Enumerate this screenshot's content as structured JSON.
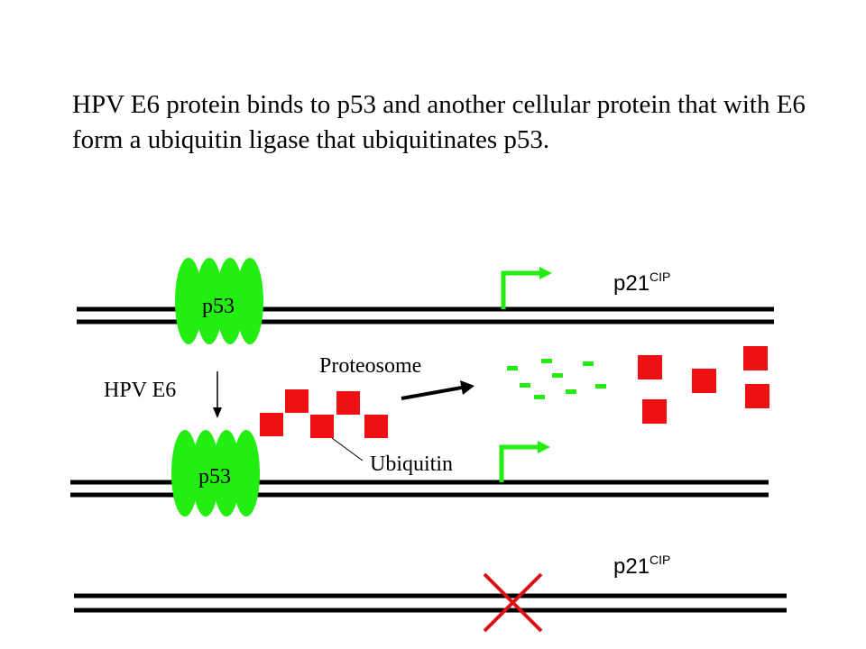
{
  "caption": "HPV E6 protein binds to p53 and another cellular protein that with E6 form a ubiquitin ligase that ubiquitinates p53.",
  "labels": {
    "p53_top": "p53",
    "p53_bottom": "p53",
    "hpv_e6": "HPV E6",
    "proteosome": "Proteosome",
    "ubiquitin": "Ubiquitin",
    "gene_1": "p21",
    "gene_1_sup": "CIP",
    "gene_2": "p21",
    "gene_2_sup": "CIP"
  },
  "colors": {
    "p53_protein": "#22ee11",
    "ubiquitin": "#ee1111",
    "promoter_arrow": "#22ee11",
    "fragment": "#22ee11",
    "block_x": "#dd1111",
    "dna": "#000000"
  }
}
